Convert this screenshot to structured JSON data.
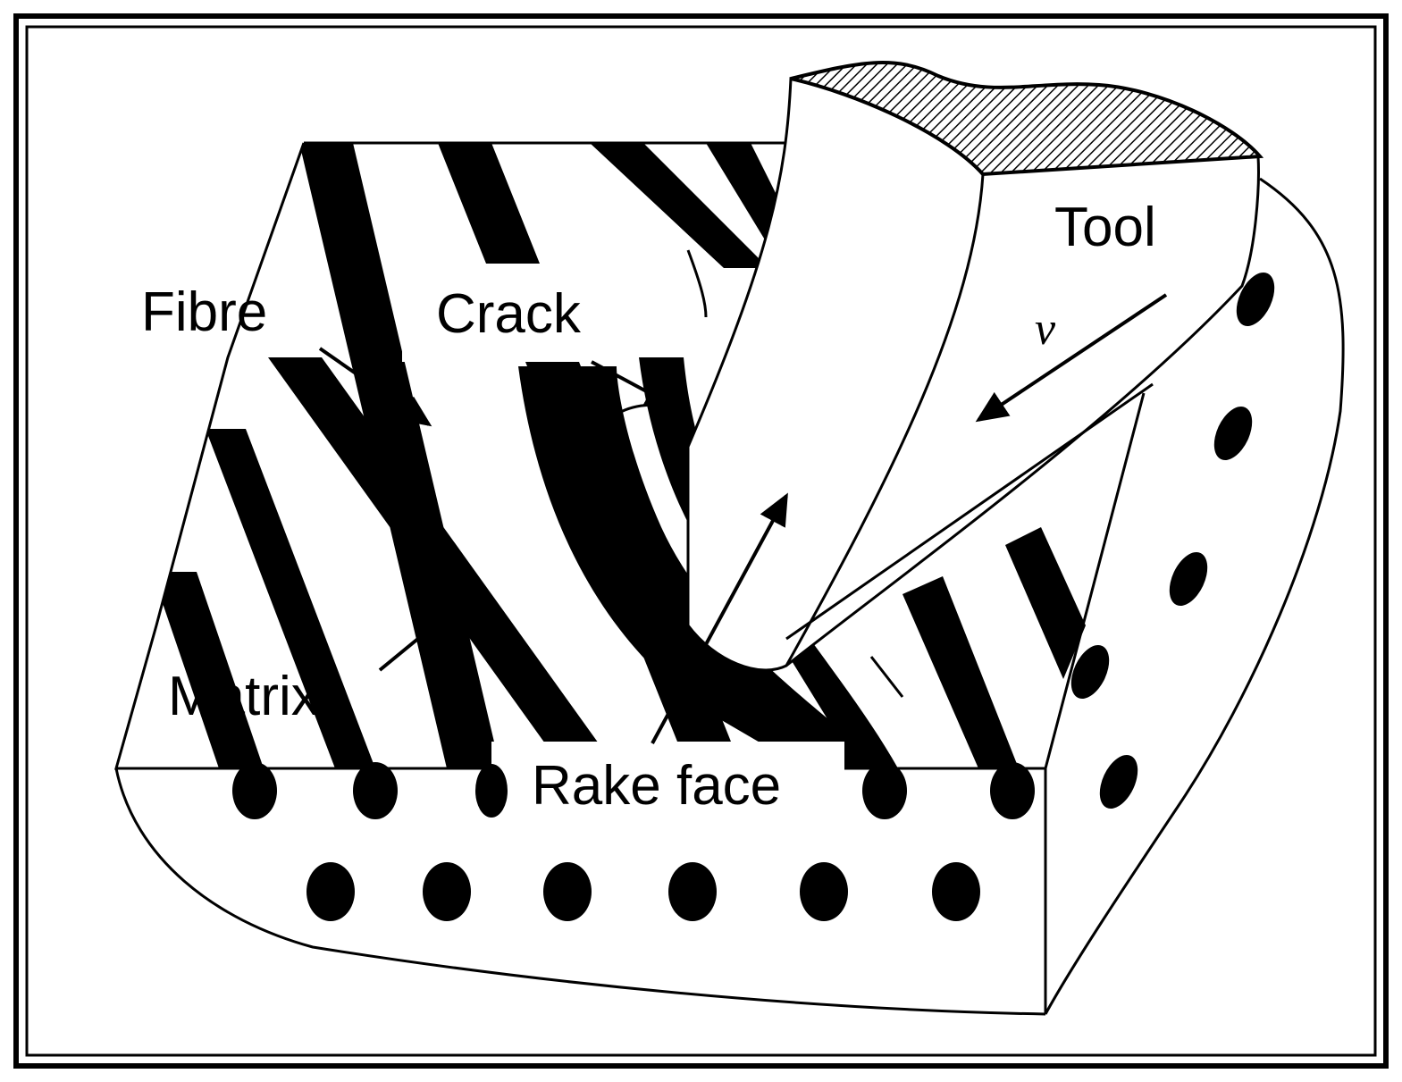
{
  "labels": {
    "fibre": "Fibre",
    "crack": "Crack",
    "tool": "Tool",
    "velocity": "v",
    "matrix": "Matrix",
    "rake_face": "Rake face"
  },
  "colors": {
    "ink": "#000000",
    "paper": "#ffffff"
  }
}
